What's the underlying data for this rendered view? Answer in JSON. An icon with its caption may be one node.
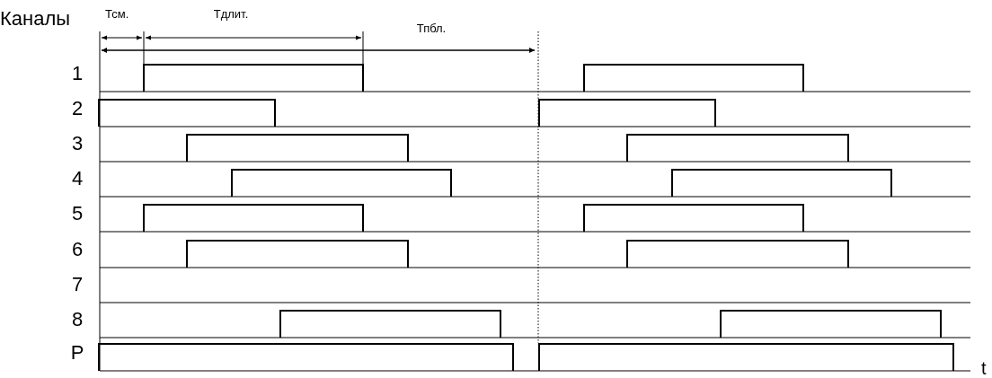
{
  "diagram": {
    "labels": [
      "Каналы",
      "Тсм.",
      "Тдлит.",
      "Тпбл.",
      "1",
      "2",
      "3",
      "4",
      "5",
      "6",
      "7",
      "8",
      "P",
      "t"
    ]
  }
}
